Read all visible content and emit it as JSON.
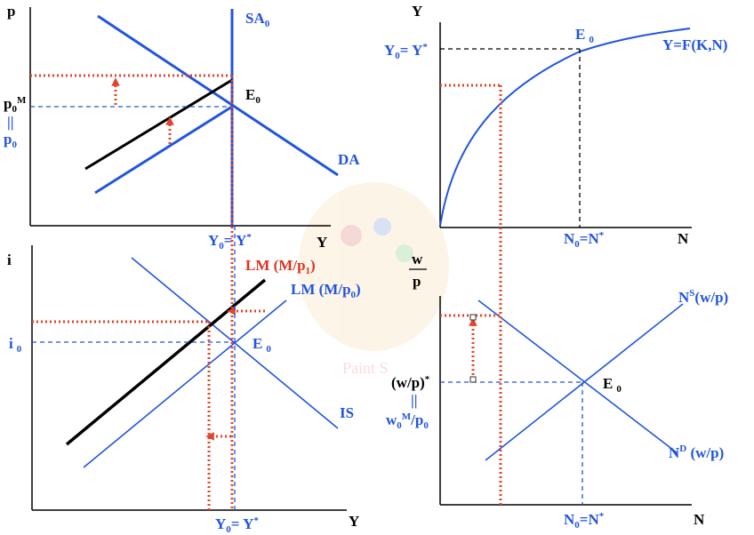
{
  "panels": {
    "top_left": {
      "y_axis_label": "p",
      "x_axis_label": "Y",
      "supply_label": "SA",
      "supply_sub": "0",
      "demand_label": "DA",
      "eq_label": "E",
      "eq_sub": "0",
      "price_label_a": "p",
      "price_label_a_sub": "0",
      "price_label_a_sup": "M",
      "price_eq_sign": "||",
      "price_label_b": "p",
      "price_label_b_sub": "0",
      "output_label": "Y",
      "output_sub": "0",
      "output_eq": "= Y",
      "output_star": "*"
    },
    "top_right": {
      "y_axis_label": "Y",
      "x_axis_label": "N",
      "func_label": "Y=F(K,N)",
      "eq_label": "E",
      "eq_sub": "0",
      "output_label": "Y",
      "output_sub": "0",
      "output_eq": "= Y",
      "output_star": "*",
      "labor_label": "N",
      "labor_sub": "0",
      "labor_eq": "=N",
      "labor_star": "*"
    },
    "bottom_left": {
      "y_axis_label": "i",
      "x_axis_label": "Y",
      "lm1_label": "LM (M/p",
      "lm1_sub": "1",
      "lm1_close": ")",
      "lm0_label": "LM (M/p",
      "lm0_sub": "0",
      "lm0_close": ")",
      "is_label": "IS",
      "eq_label": "E",
      "eq_sub": "0",
      "rate_label": "i",
      "rate_sub": "0",
      "output_label": "Y",
      "output_sub": "0",
      "output_eq": "= Y",
      "output_star": "*"
    },
    "bottom_right": {
      "y_axis_top": "w",
      "y_axis_bottom": "p",
      "x_axis_label": "N",
      "supply_label": "N",
      "supply_sup": "S",
      "supply_arg": "(w/p)",
      "demand_label": "N",
      "demand_sup": "D",
      "demand_arg": " (w/p)",
      "eq_label": "E",
      "eq_sub": "0",
      "wage_label_a": "(w/p)",
      "wage_label_a_sup": "*",
      "wage_eq_sign": "||",
      "wage_label_b": "w",
      "wage_label_b_sub": "0",
      "wage_label_b_sup": "M",
      "wage_label_b_rest": "/p",
      "wage_label_b_sub2": "0",
      "labor_label": "N",
      "labor_sub": "0",
      "labor_eq": "=N",
      "labor_star": "*"
    }
  },
  "watermark": "Paint S",
  "colors": {
    "blue": "#2255dd",
    "black": "#000000",
    "red": "#dd3322"
  }
}
